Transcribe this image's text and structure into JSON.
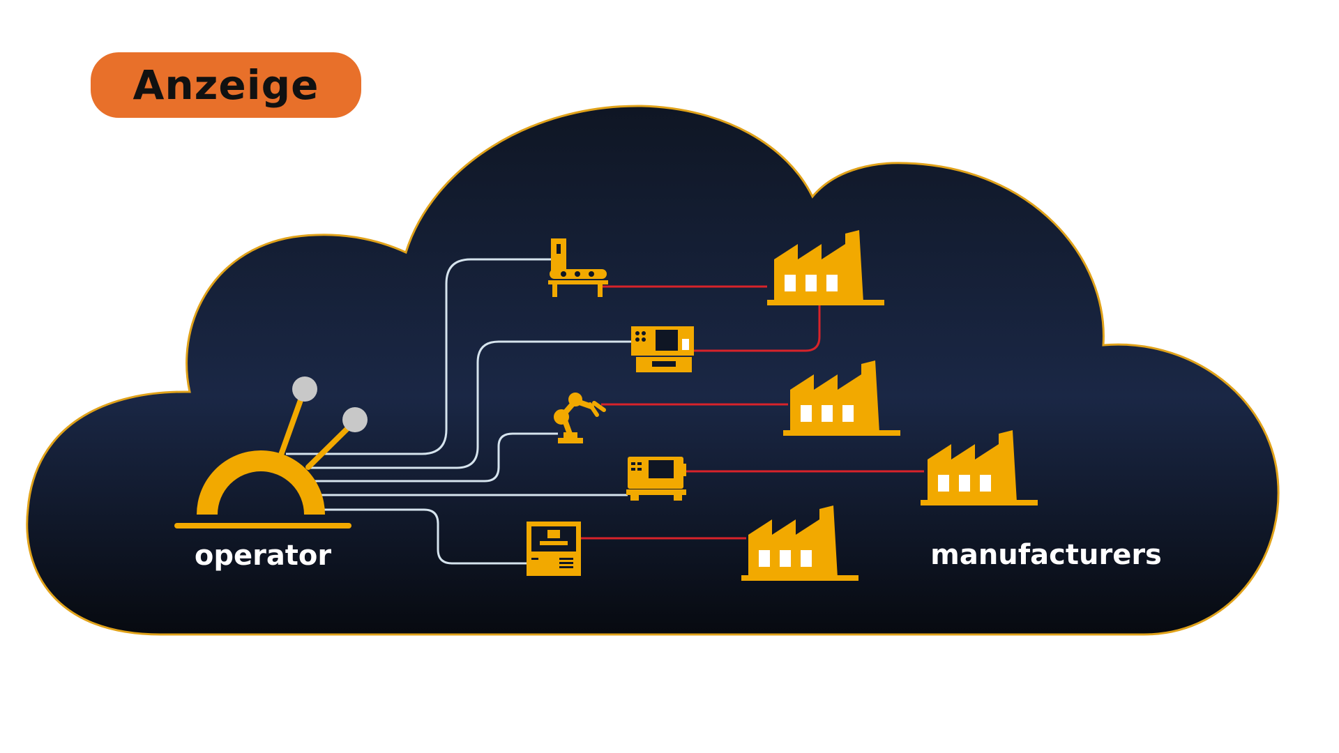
{
  "badge": {
    "label": "Anzeige"
  },
  "diagram": {
    "operator_label": "operator",
    "manufacturers_label": "manufacturers"
  },
  "colors": {
    "badge": "#e8702a",
    "accent": "#f2a900",
    "cloud_top": "#0f1624",
    "cloud_mid": "#1a2745",
    "cloud_bottom": "#070a10",
    "cloud_outline": "#e0a21a",
    "line_light": "#d6e4ee",
    "line_red": "#d8232a"
  },
  "icons": [
    "operator-joystick-icon",
    "conveyor-machine-icon",
    "control-panel-machine-icon",
    "robot-arm-icon",
    "cnc-lathe-icon",
    "press-machine-icon",
    "factory-icon"
  ]
}
